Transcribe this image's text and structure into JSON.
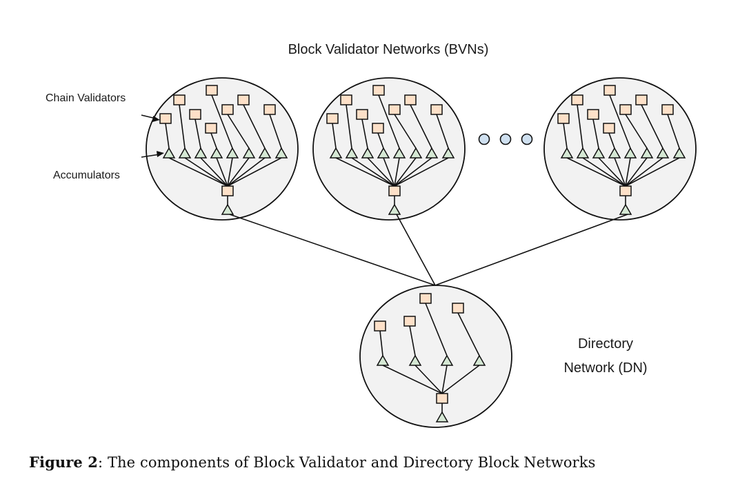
{
  "title": "Block Validator Networks (BVNs)",
  "labels": {
    "chain_validators": "Chain Validators",
    "accumulators": "Accumulators",
    "dn_line1": "Directory",
    "dn_line2": "Network (DN)"
  },
  "caption": {
    "prefix": "Figure 2",
    "text": ": The components of Block Validator and Directory Block Networks"
  },
  "colors": {
    "network_fill": "#f2f2f2",
    "validator_fill": "#fde0c8",
    "accumulator_fill": "#d5e8d4",
    "ellipsis_fill": "#cfe0f0",
    "stroke": "#111111"
  },
  "networks": [
    {
      "id": "bvn-1",
      "type": "BVN",
      "chain_validators": 8,
      "accumulators": 8
    },
    {
      "id": "bvn-2",
      "type": "BVN",
      "chain_validators": 8,
      "accumulators": 8
    },
    {
      "id": "bvn-n",
      "type": "BVN",
      "chain_validators": 8,
      "accumulators": 8
    },
    {
      "id": "dn",
      "type": "DN",
      "chain_validators": 4,
      "accumulators": 4
    }
  ],
  "ellipsis_count": 3
}
